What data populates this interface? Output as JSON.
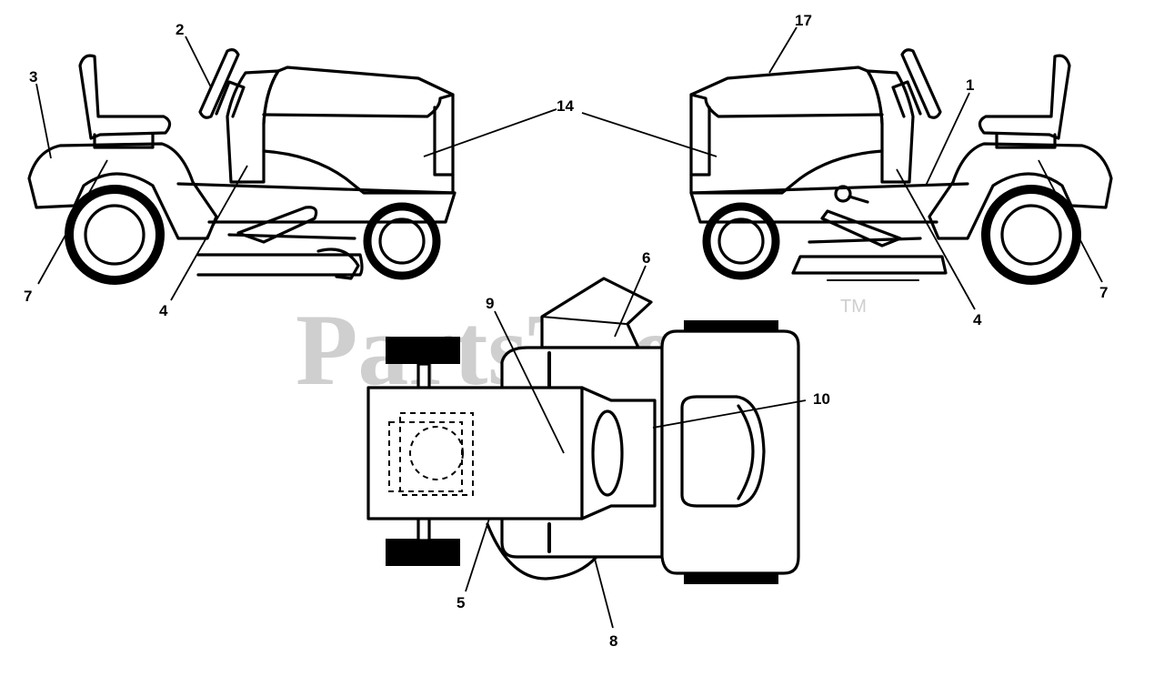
{
  "diagram": {
    "watermark": {
      "brand": "PartsTree",
      "tm": "TM"
    },
    "callouts": [
      "2",
      "3",
      "7",
      "4",
      "14",
      "17",
      "1",
      "4",
      "7",
      "6",
      "9",
      "10",
      "5",
      "8"
    ]
  }
}
